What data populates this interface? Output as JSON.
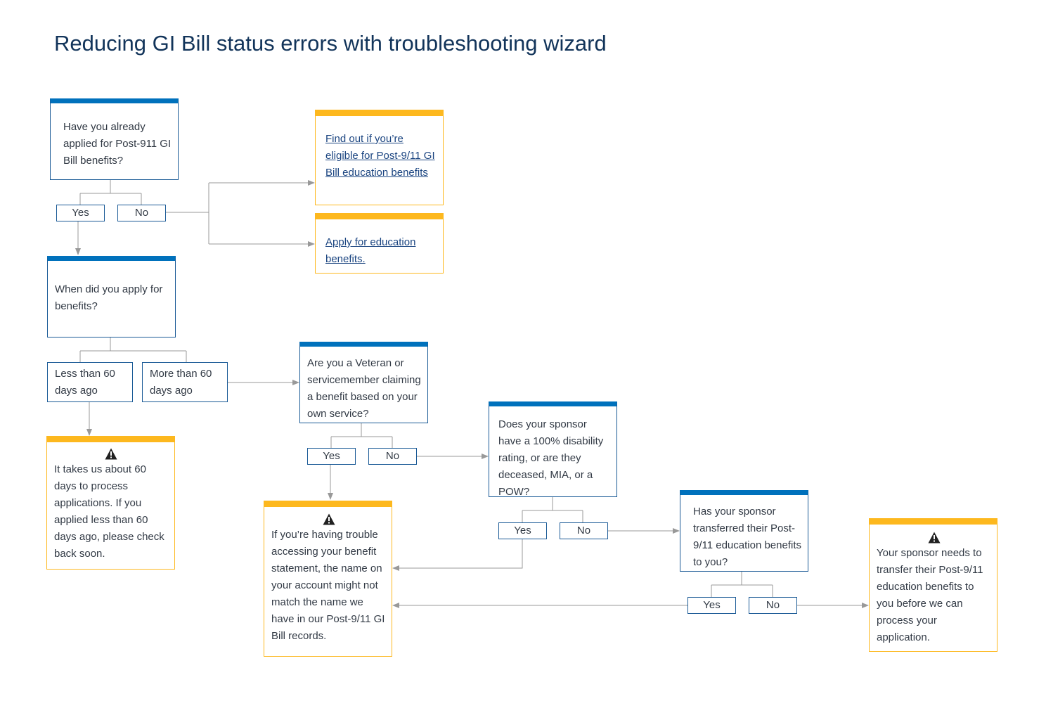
{
  "title": "Reducing GI Bill status errors with troubleshooting wizard",
  "colors": {
    "question_bar": "#0071bc",
    "outcome_bar": "#fdb81e",
    "title": "#12345a",
    "link": "#1a4480",
    "connector": "#999999"
  },
  "icons": {
    "warning": "warning-icon"
  },
  "nodes": {
    "q1": "Have you already applied for Post-911 GI Bill benefits?",
    "q1_yes": "Yes",
    "q1_no": "No",
    "link_eligible": "Find out if you’re eligible for Post-9/11 GI Bill education benefits",
    "link_apply": "Apply for education benefits.",
    "q2": "When did you apply for benefits?",
    "q2_less": "Less than 60 days ago",
    "q2_more": "More than 60 days ago",
    "warn_60": "It takes us about 60 days to process applications. If you applied less than 60 days ago, please check back soon.",
    "q3": "Are you a Veteran or servicemember claiming a benefit based on your own service?",
    "q3_yes": "Yes",
    "q3_no": "No",
    "warn_name": "If you’re having trouble accessing your benefit statement, the name on your account might not match the name we have in our Post-9/11 GI Bill records.",
    "q4": "Does your sponsor have a 100% disability rating, or are they deceased,  MIA, or a POW?",
    "q4_yes": "Yes",
    "q4_no": "No",
    "q5": "Has your sponsor transferred their Post-9/11 education benefits to you?",
    "q5_yes": "Yes",
    "q5_no": "No",
    "warn_transfer": "Your sponsor needs to transfer their Post-9/11 education benefits to you before we can process your application."
  }
}
